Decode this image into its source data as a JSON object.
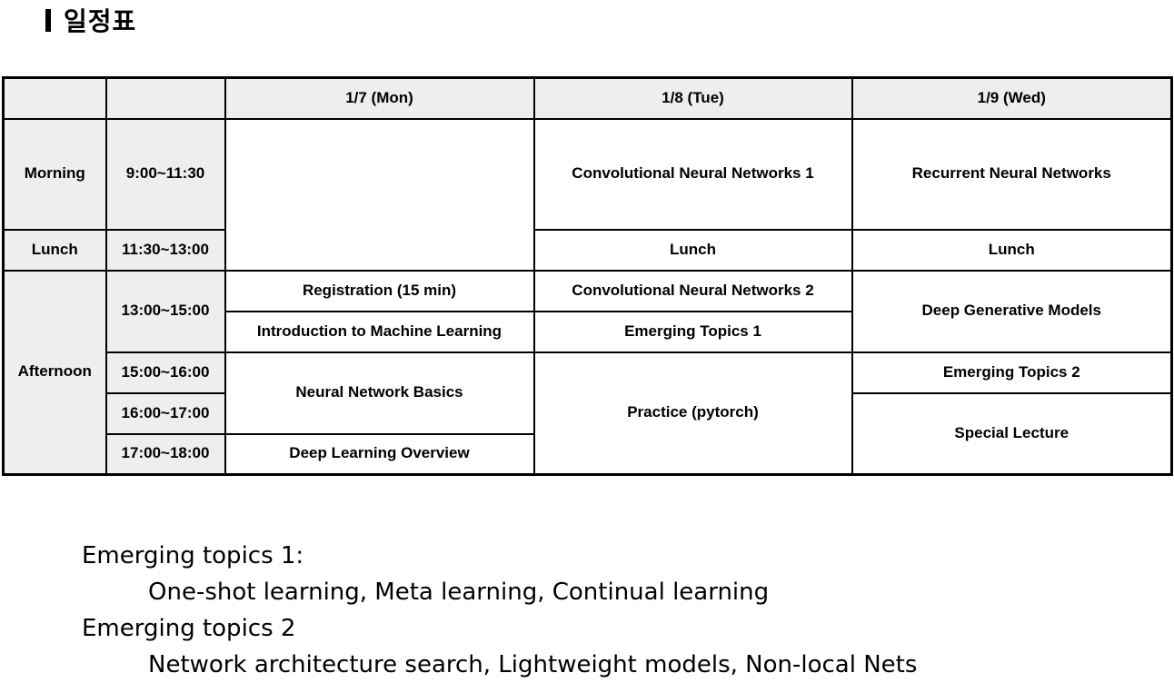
{
  "heading": {
    "title": "일정표"
  },
  "table": {
    "header": {
      "blank1": "",
      "blank2": "",
      "days": [
        "1/7 (Mon)",
        "1/8 (Tue)",
        "1/9 (Wed)"
      ]
    },
    "periods": {
      "morning": "Morning",
      "lunch": "Lunch",
      "afternoon": "Afternoon"
    },
    "times": [
      "9:00~11:30",
      "11:30~13:00",
      "13:00~15:00",
      "15:00~16:00",
      "16:00~17:00",
      "17:00~18:00"
    ],
    "mon": {
      "registration": "Registration (15 min)",
      "intro_ml": "Introduction to Machine Learning",
      "nn_basics": "Neural Network Basics",
      "dl_overview": "Deep Learning Overview"
    },
    "tue": {
      "cnn1": "Convolutional Neural Networks 1",
      "lunch": "Lunch",
      "cnn2": "Convolutional Neural Networks 2",
      "emerging1": "Emerging Topics 1",
      "practice": "Practice (pytorch)"
    },
    "wed": {
      "rnn": "Recurrent Neural Networks",
      "lunch": "Lunch",
      "dgm": "Deep Generative Models",
      "emerging2": "Emerging Topics 2",
      "special": "Special Lecture"
    }
  },
  "notes": [
    {
      "title": "Emerging topics 1:",
      "detail": "One-shot learning, Meta learning, Continual learning"
    },
    {
      "title": "Emerging topics 2",
      "detail": "Network architecture search, Lightweight models, Non-local Nets"
    }
  ]
}
